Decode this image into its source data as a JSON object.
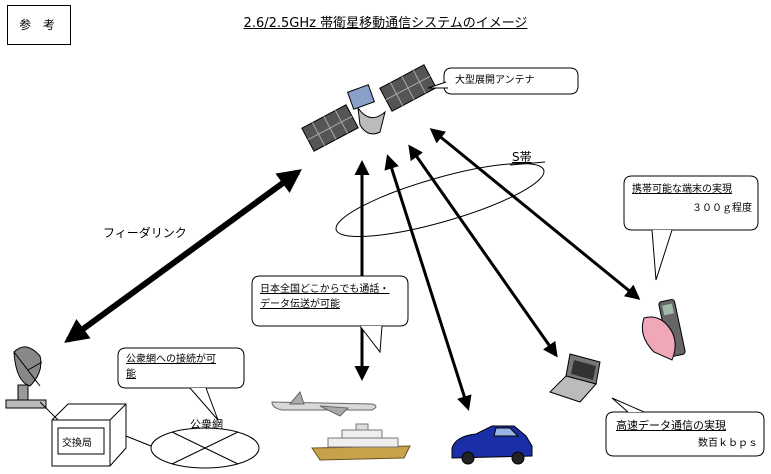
{
  "ref_label": "参 考",
  "title": "2.6/2.5GHz 帯衛星移動通信システムのイメージ",
  "antenna_callout": "大型展開アンテナ",
  "band_label": "S帯",
  "feeder_label": "フィーダリンク",
  "nationwide_callout": {
    "line1": "日本全国どこからでも通話・",
    "line2": "データ伝送が可能"
  },
  "public_net_callout": {
    "line1": "公衆網への接続が可",
    "line2": "能"
  },
  "public_net_label": "公衆網",
  "exchange_label": "交換局",
  "handset_callout": {
    "line1": "携帯可能な端末の実現",
    "line2": "３００ｇ程度"
  },
  "data_callout": {
    "line1": "高速データ通信の実現",
    "line2": "数百ｋｂｐｓ"
  }
}
